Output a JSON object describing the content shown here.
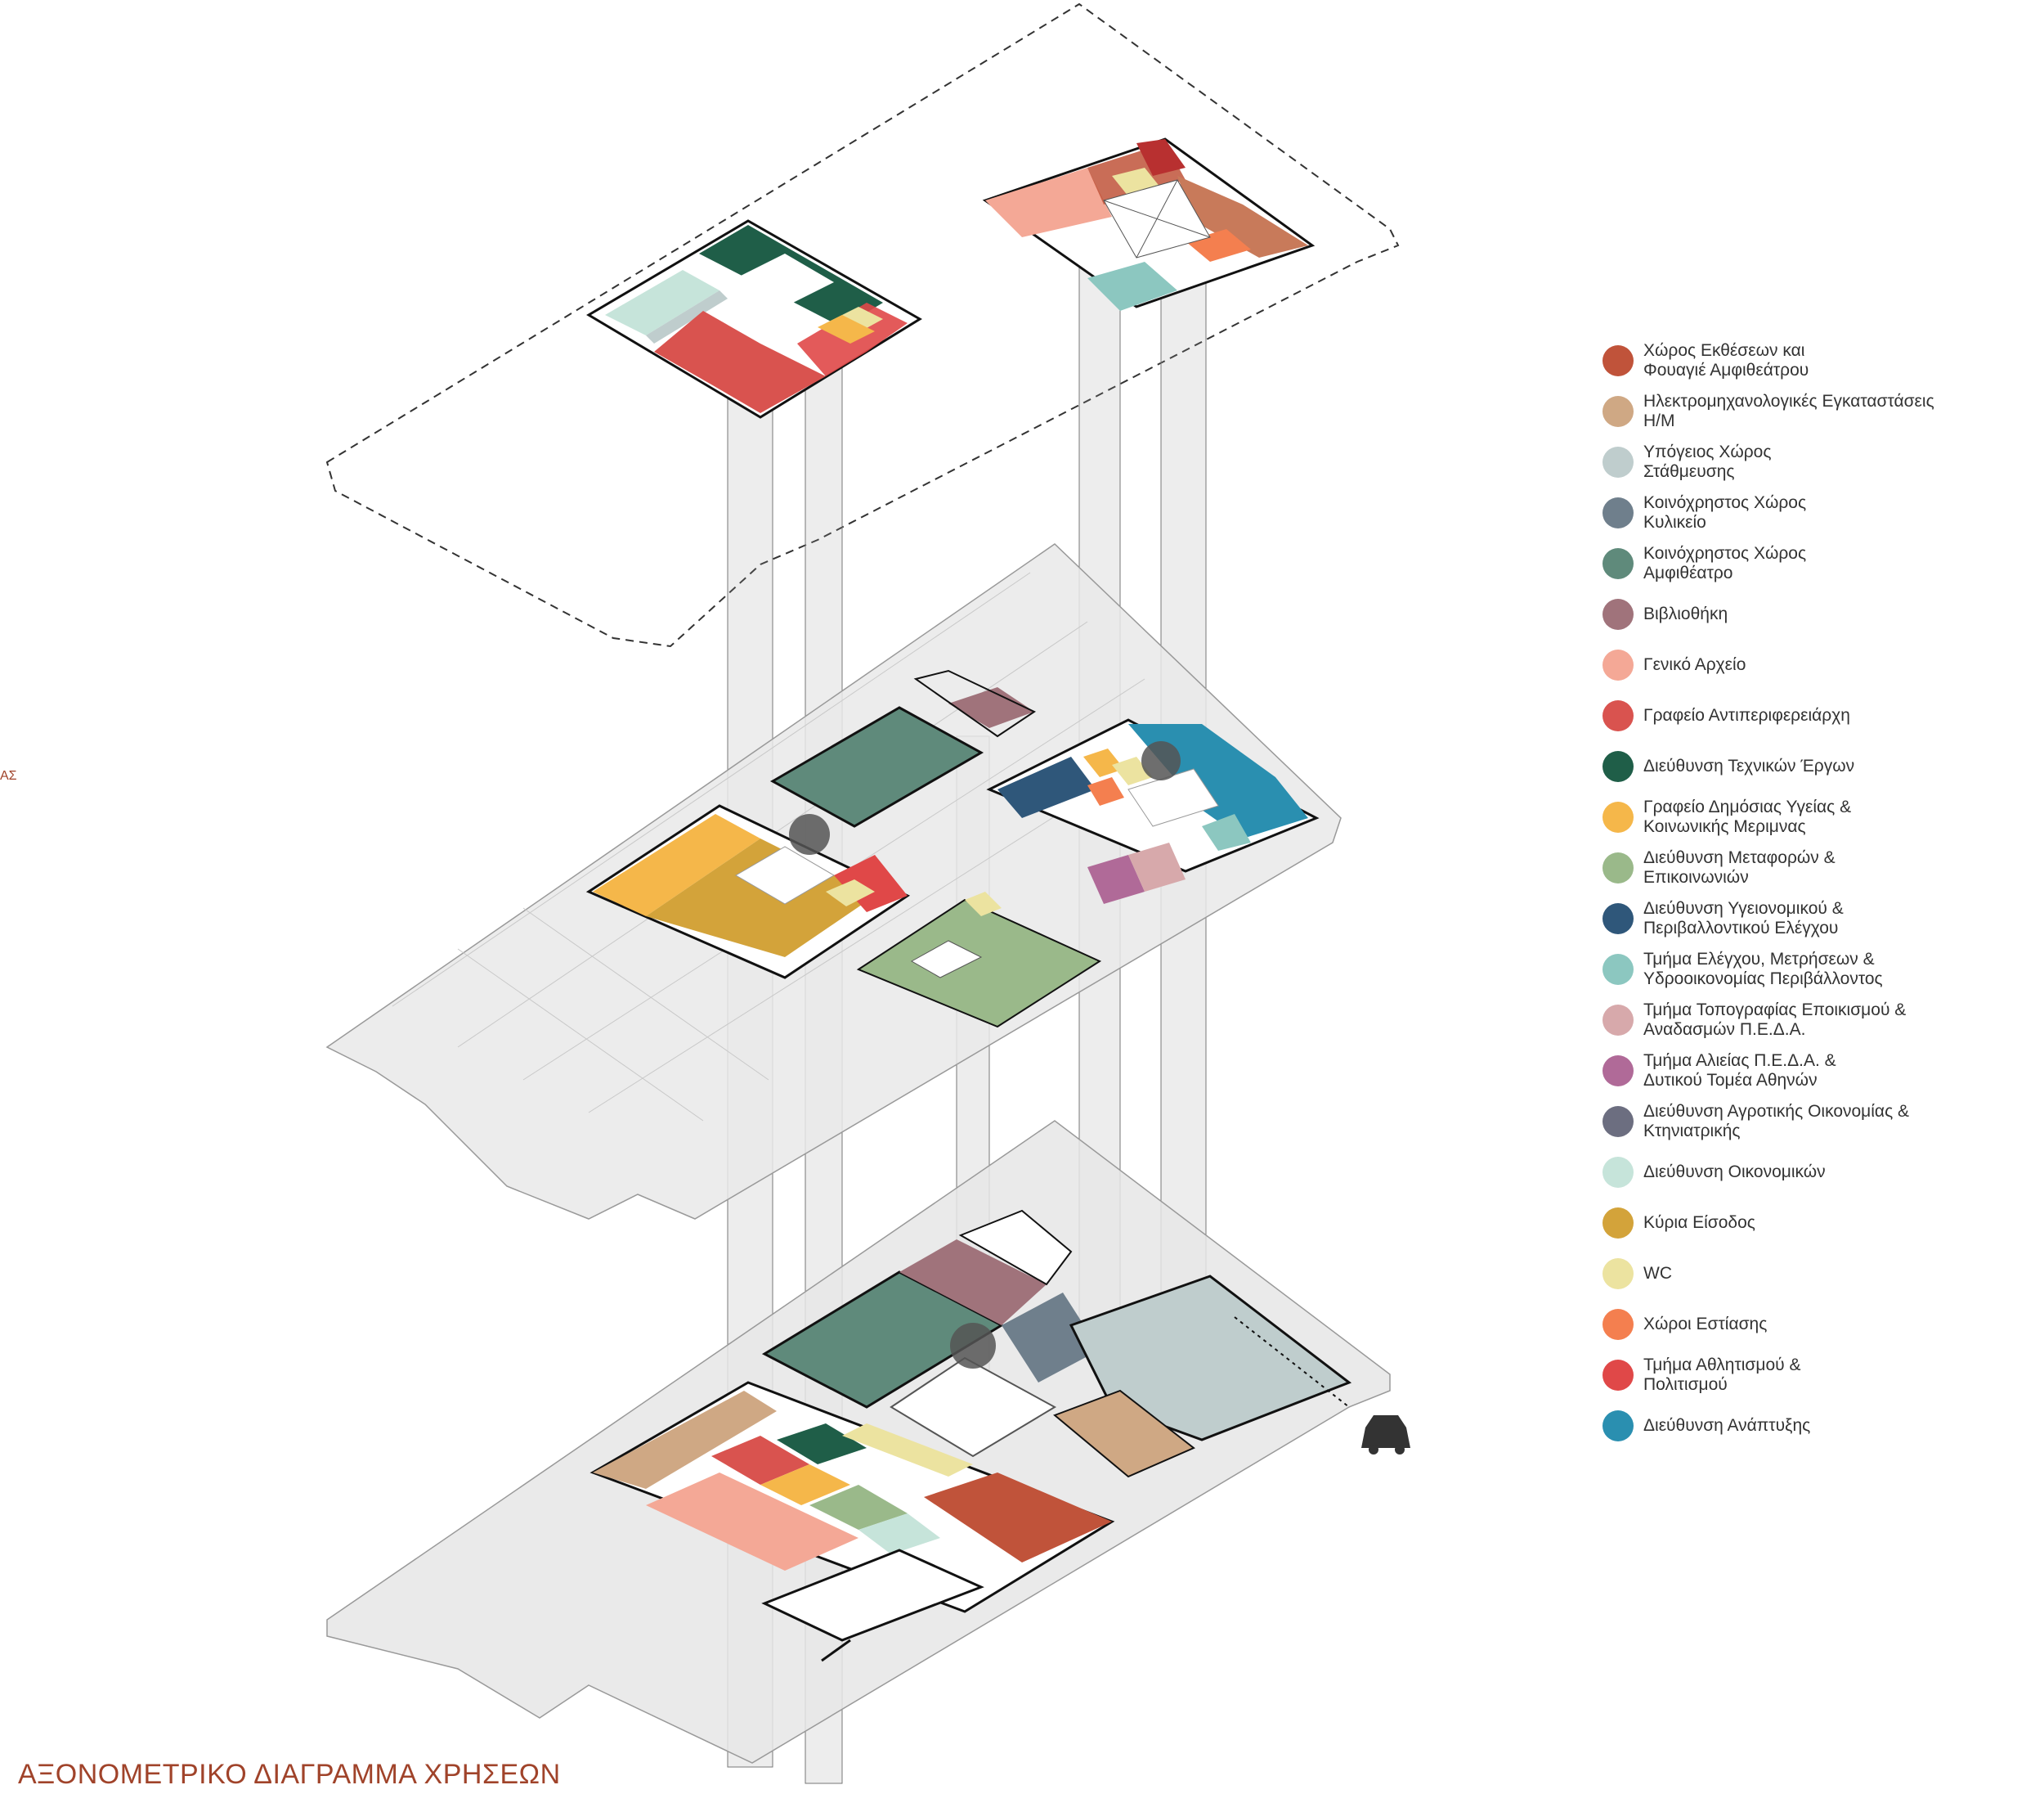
{
  "title": "ΑΞΟΝΟΜΕΤΡΙΚΟ ΔΙΑΓΡΑΜΜΑ ΧΡΗΣΕΩΝ",
  "side_fragment": "ΑΣ",
  "legend": [
    {
      "label": "Χώρος Εκθέσεων και\nΦουαγιέ Αμφιθεάτρου",
      "color": "#c0533a"
    },
    {
      "label": "Ηλεκτρομηχανολογικές Εγκαταστάσεις\nΗ/Μ",
      "color": "#cfa884"
    },
    {
      "label": "Υπόγειος Χώρος\nΣτάθμευσης",
      "color": "#bfcdcd"
    },
    {
      "label": "Κοινόχρηστος Χώρος\nΚυλικείο",
      "color": "#6f7f8c"
    },
    {
      "label": "Κοινόχρηστος Χώρος\nΑμφιθέατρο",
      "color": "#5f8a7b"
    },
    {
      "label": "Βιβλιοθήκη",
      "color": "#a0737b"
    },
    {
      "label": "Γενικό Αρχείο",
      "color": "#f4a896"
    },
    {
      "label": "Γραφείο Αντιπεριφερειάρχη",
      "color": "#d9534f"
    },
    {
      "label": "Διεύθυνση Τεχνικών Έργων",
      "color": "#1f5e48"
    },
    {
      "label": "Γραφείο Δημόσιας Υγείας &\nΚοινωνικής Μεριμνας",
      "color": "#f5b74a"
    },
    {
      "label": "Διεύθυνση Μεταφορών &\nΕπικοινωνιών",
      "color": "#9ab98a"
    },
    {
      "label": "Διεύθυνση Υγειονομικού &\nΠεριβαλλοντικού Ελέγχου",
      "color": "#2f577a"
    },
    {
      "label": "Τμήμα Ελέγχου, Μετρήσεων &\nΥδροοικονομίας Περιβάλλοντος",
      "color": "#8cc7c0"
    },
    {
      "label": "Τμήμα Τοπογραφίας Εποικισμού &\nΑναδασμών Π.Ε.Δ.Α.",
      "color": "#d7a9ab"
    },
    {
      "label": "Τμήμα Αλιείας Π.Ε.Δ.Α. &\nΔυτικού Τομέα Αθηνών",
      "color": "#b06a98"
    },
    {
      "label": "Διεύθυνση Αγροτικής Οικονομίας &\nΚτηνιατρικής",
      "color": "#6c6e80"
    },
    {
      "label": "Διεύθυνση Οικονομικών",
      "color": "#c6e4da"
    },
    {
      "label": "Κύρια Είσοδος",
      "color": "#d3a33a"
    },
    {
      "label": "WC",
      "color": "#ece3a0"
    },
    {
      "label": "Χώροι Εστίασης",
      "color": "#f47f4f"
    },
    {
      "label": "Τμήμα Αθλητισμού &\nΠολιτισμού",
      "color": "#e04848"
    },
    {
      "label": "Διεύθυνση Ανάπτυξης",
      "color": "#2a8fb0"
    }
  ]
}
